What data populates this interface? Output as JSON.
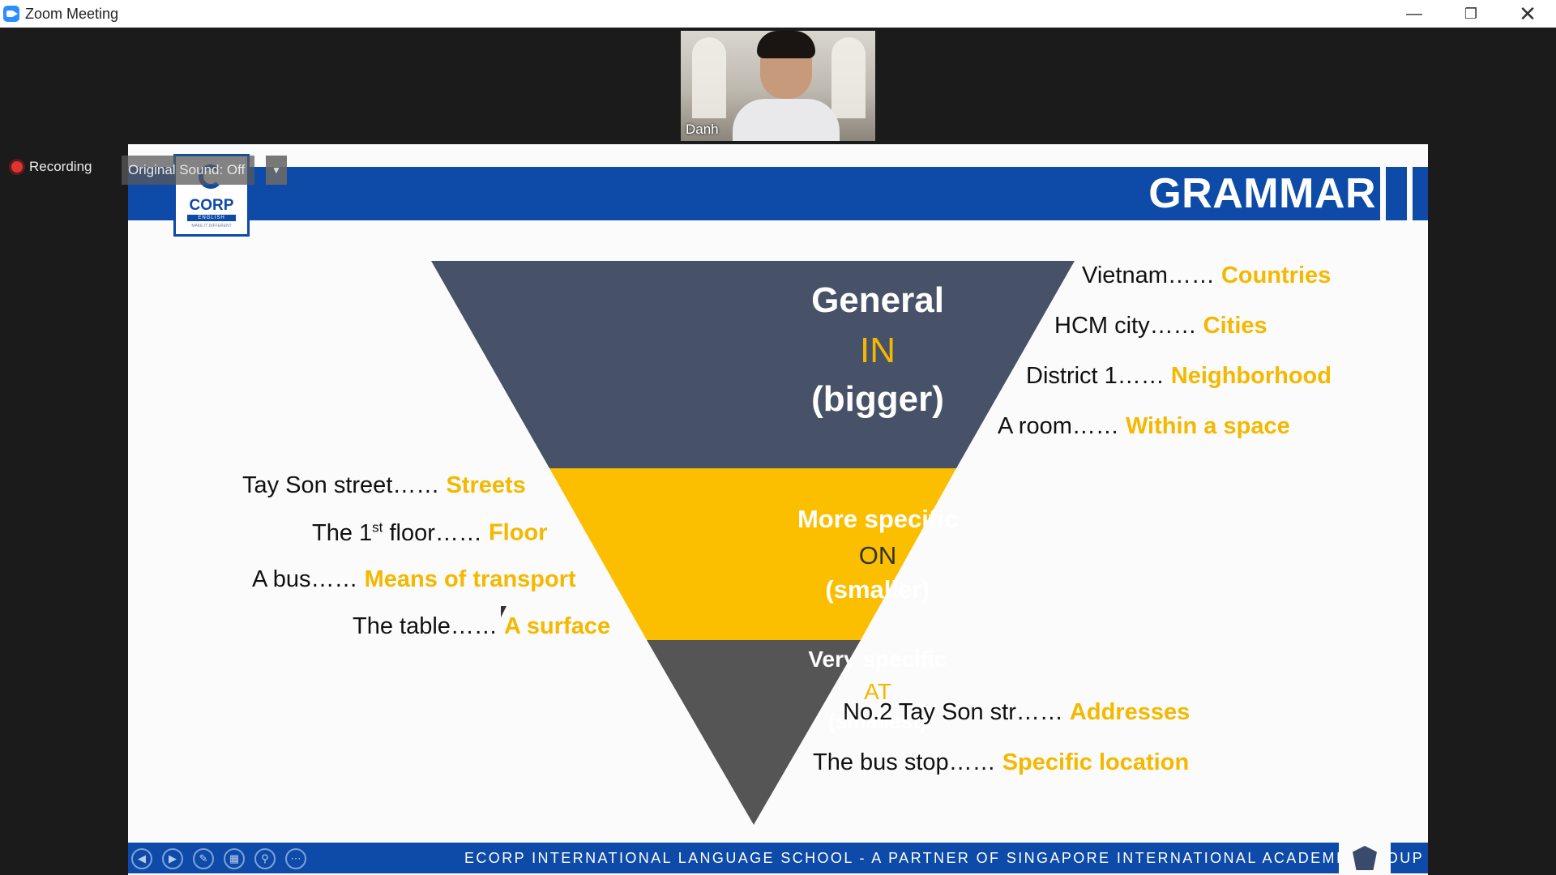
{
  "window": {
    "title": "Zoom Meeting",
    "controls": [
      "minimize",
      "restore",
      "close"
    ]
  },
  "participant": {
    "name": "Danh"
  },
  "recording": {
    "label": "Recording"
  },
  "original_sound": {
    "label": "Original Sound: Off"
  },
  "slide": {
    "logo": {
      "name": "CORP",
      "sub": "ENGLISH",
      "tagline": "MAKE IT DIFFERENT"
    },
    "heading": "GRAMMAR",
    "pyramid": {
      "in": {
        "title": "General",
        "prep": "IN",
        "size": "(bigger)"
      },
      "on": {
        "title": "More specific",
        "prep": "ON",
        "size": "(smaller)"
      },
      "at": {
        "title": "Very specific",
        "prep": "AT",
        "size": "(smallest)"
      }
    },
    "in_examples": [
      {
        "text": "Vietnam……",
        "category": "Countries"
      },
      {
        "text": "HCM city……",
        "category": "Cities"
      },
      {
        "text": "District 1……",
        "category": "Neighborhood"
      },
      {
        "text": "A room……",
        "category": "Within a space"
      }
    ],
    "on_examples": [
      {
        "text": "Tay Son street……",
        "category": "Streets"
      },
      {
        "text_before": "The 1",
        "sup": "st",
        "text_after": " floor……",
        "category": "Floor"
      },
      {
        "text": "A bus……",
        "category": "Means of transport"
      },
      {
        "text": "The table……",
        "category": "A surface"
      }
    ],
    "at_examples": [
      {
        "text": "No.2 Tay Son str……",
        "category": "Addresses"
      },
      {
        "text": "The bus stop……",
        "category": "Specific location"
      }
    ],
    "footer": "ECORP INTERNATIONAL LANGUAGE SCHOOL - A PARTNER OF SINGAPORE INTERNATIONAL ACADEMIC GROUP"
  },
  "toolbar_icons": [
    "previous-icon",
    "next-icon",
    "pen-icon",
    "slides-icon",
    "zoom-icon",
    "more-icon"
  ],
  "colors": {
    "brand_blue": "#0e4aa8",
    "accent_yellow": "#f5b800",
    "in_layer": "#475268",
    "on_layer": "#fbbf00",
    "at_layer": "#555555",
    "recording": "#e0342f"
  }
}
